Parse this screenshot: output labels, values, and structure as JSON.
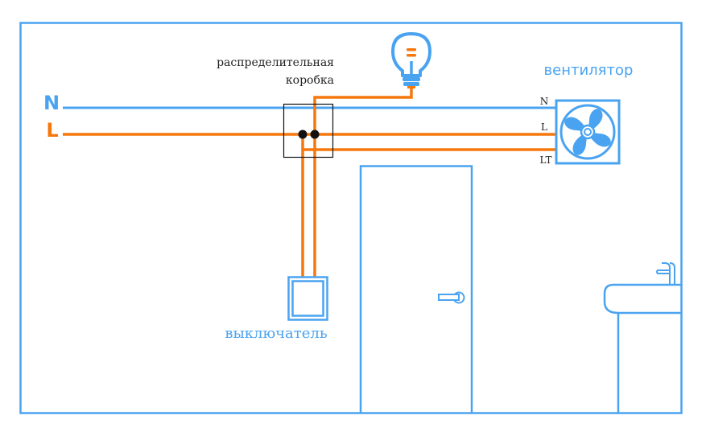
{
  "colors": {
    "neutral": "#4aa3f0",
    "phase": "#f5780f",
    "outline": "#4aa3f0",
    "junction": "#111111",
    "text_dark": "#222222"
  },
  "labels": {
    "neutral_line": "N",
    "phase_line": "L",
    "junction_box": [
      "распределительная",
      "коробка"
    ],
    "fan": "вентилятор",
    "switch": "выключатель",
    "fan_terminal_n": "N",
    "fan_terminal_l": "L",
    "fan_terminal_lt": "LT"
  },
  "components": [
    {
      "id": "lamp",
      "icon": "light-bulb-icon"
    },
    {
      "id": "fan",
      "icon": "fan-icon"
    },
    {
      "id": "switch",
      "icon": "wall-switch-icon"
    },
    {
      "id": "junction-box",
      "icon": "junction-box-icon"
    },
    {
      "id": "door",
      "icon": "door-icon"
    },
    {
      "id": "sink",
      "icon": "sink-icon"
    }
  ]
}
